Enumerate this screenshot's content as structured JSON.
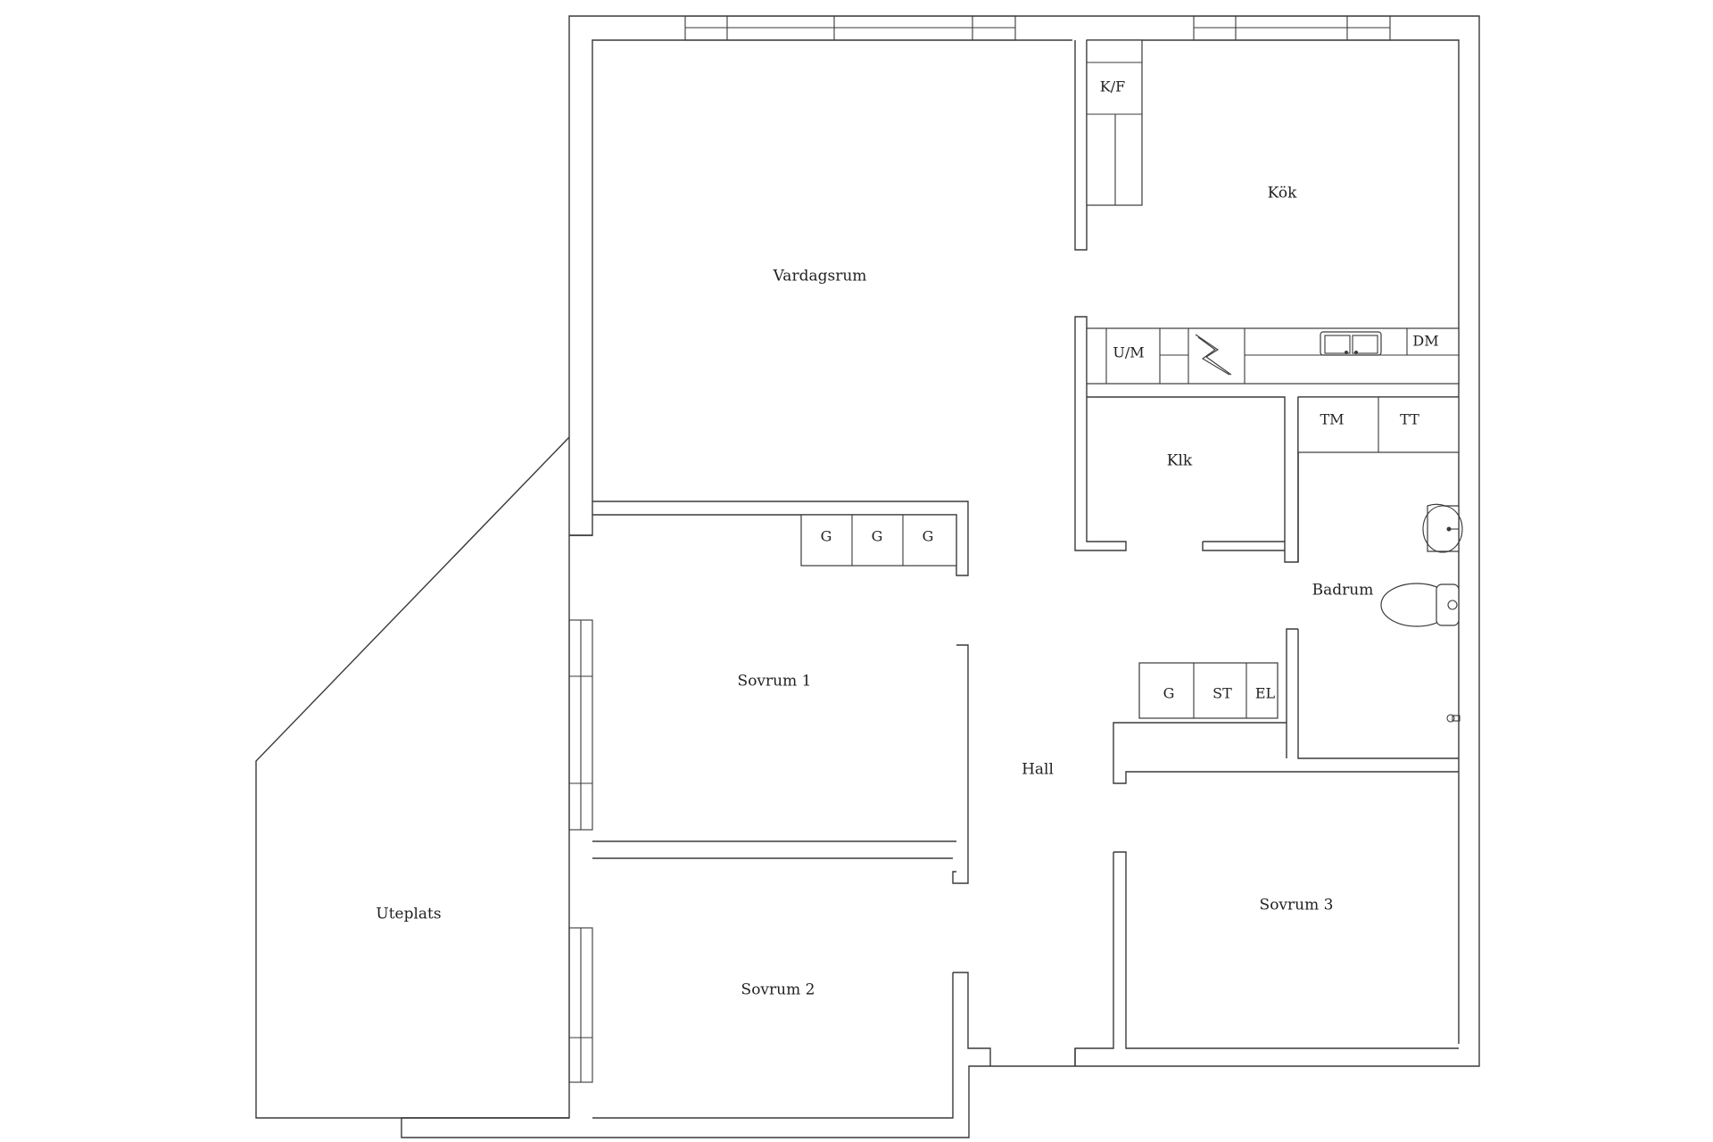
{
  "rooms": {
    "vardagsrum": "Vardagsrum",
    "kok": "Kök",
    "klk": "Klk",
    "badrum": "Badrum",
    "hall": "Hall",
    "sovrum1": "Sovrum 1",
    "sovrum2": "Sovrum 2",
    "sovrum3": "Sovrum 3",
    "uteplats": "Uteplats"
  },
  "fixtures": {
    "kf": "K/F",
    "um": "U/M",
    "dm": "DM",
    "tm": "TM",
    "tt": "TT",
    "g": "G",
    "st": "ST",
    "el": "EL"
  }
}
